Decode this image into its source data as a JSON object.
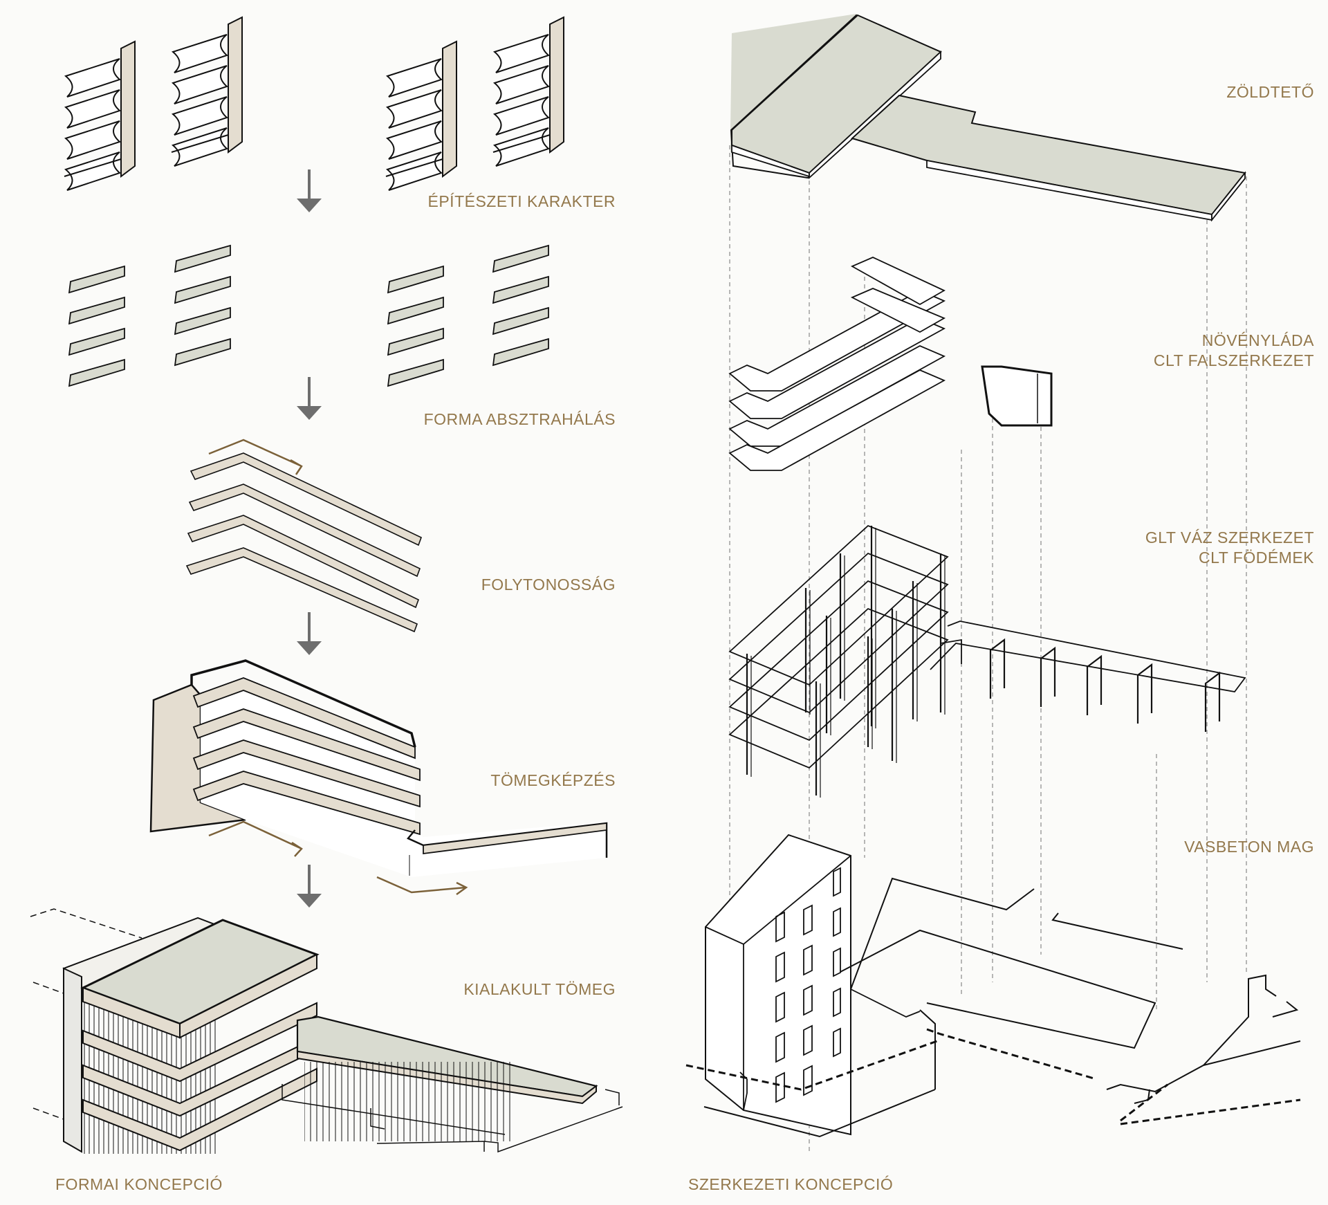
{
  "colors": {
    "label": "#93784c",
    "line": "#111111",
    "arrow_gray": "#6e6e6e",
    "arrow_brown": "#7b6139",
    "fill_green": "#d9dbd0",
    "fill_beige": "#e4ddd0",
    "fill_light": "#f2f1ec",
    "background": "#fbfbf9"
  },
  "left": {
    "steps": [
      {
        "label": "ÉPÍTÉSZETI KARAKTER"
      },
      {
        "label": "FORMA ABSZTRAHÁLÁS"
      },
      {
        "label": "FOLYTONOSSÁG"
      },
      {
        "label": "TÖMEGKÉPZÉS"
      },
      {
        "label": "KIALAKULT TÖMEG"
      }
    ],
    "caption": "FORMAI KONCEPCIÓ"
  },
  "right": {
    "layers": [
      {
        "label": "ZÖLDTETŐ"
      },
      {
        "label": "NÖVÉNYLÁDA"
      },
      {
        "label": "CLT FALSZERKEZET"
      },
      {
        "label": "GLT VÁZ SZERKEZET"
      },
      {
        "label": "CLT FÖDÉMEK"
      },
      {
        "label": "VASBETON MAG"
      }
    ],
    "caption": "SZERKEZETI KONCEPCIÓ"
  },
  "icons": {
    "down_arrow": "down-arrow-icon",
    "flow_arrow": "flow-arrow-icon"
  }
}
